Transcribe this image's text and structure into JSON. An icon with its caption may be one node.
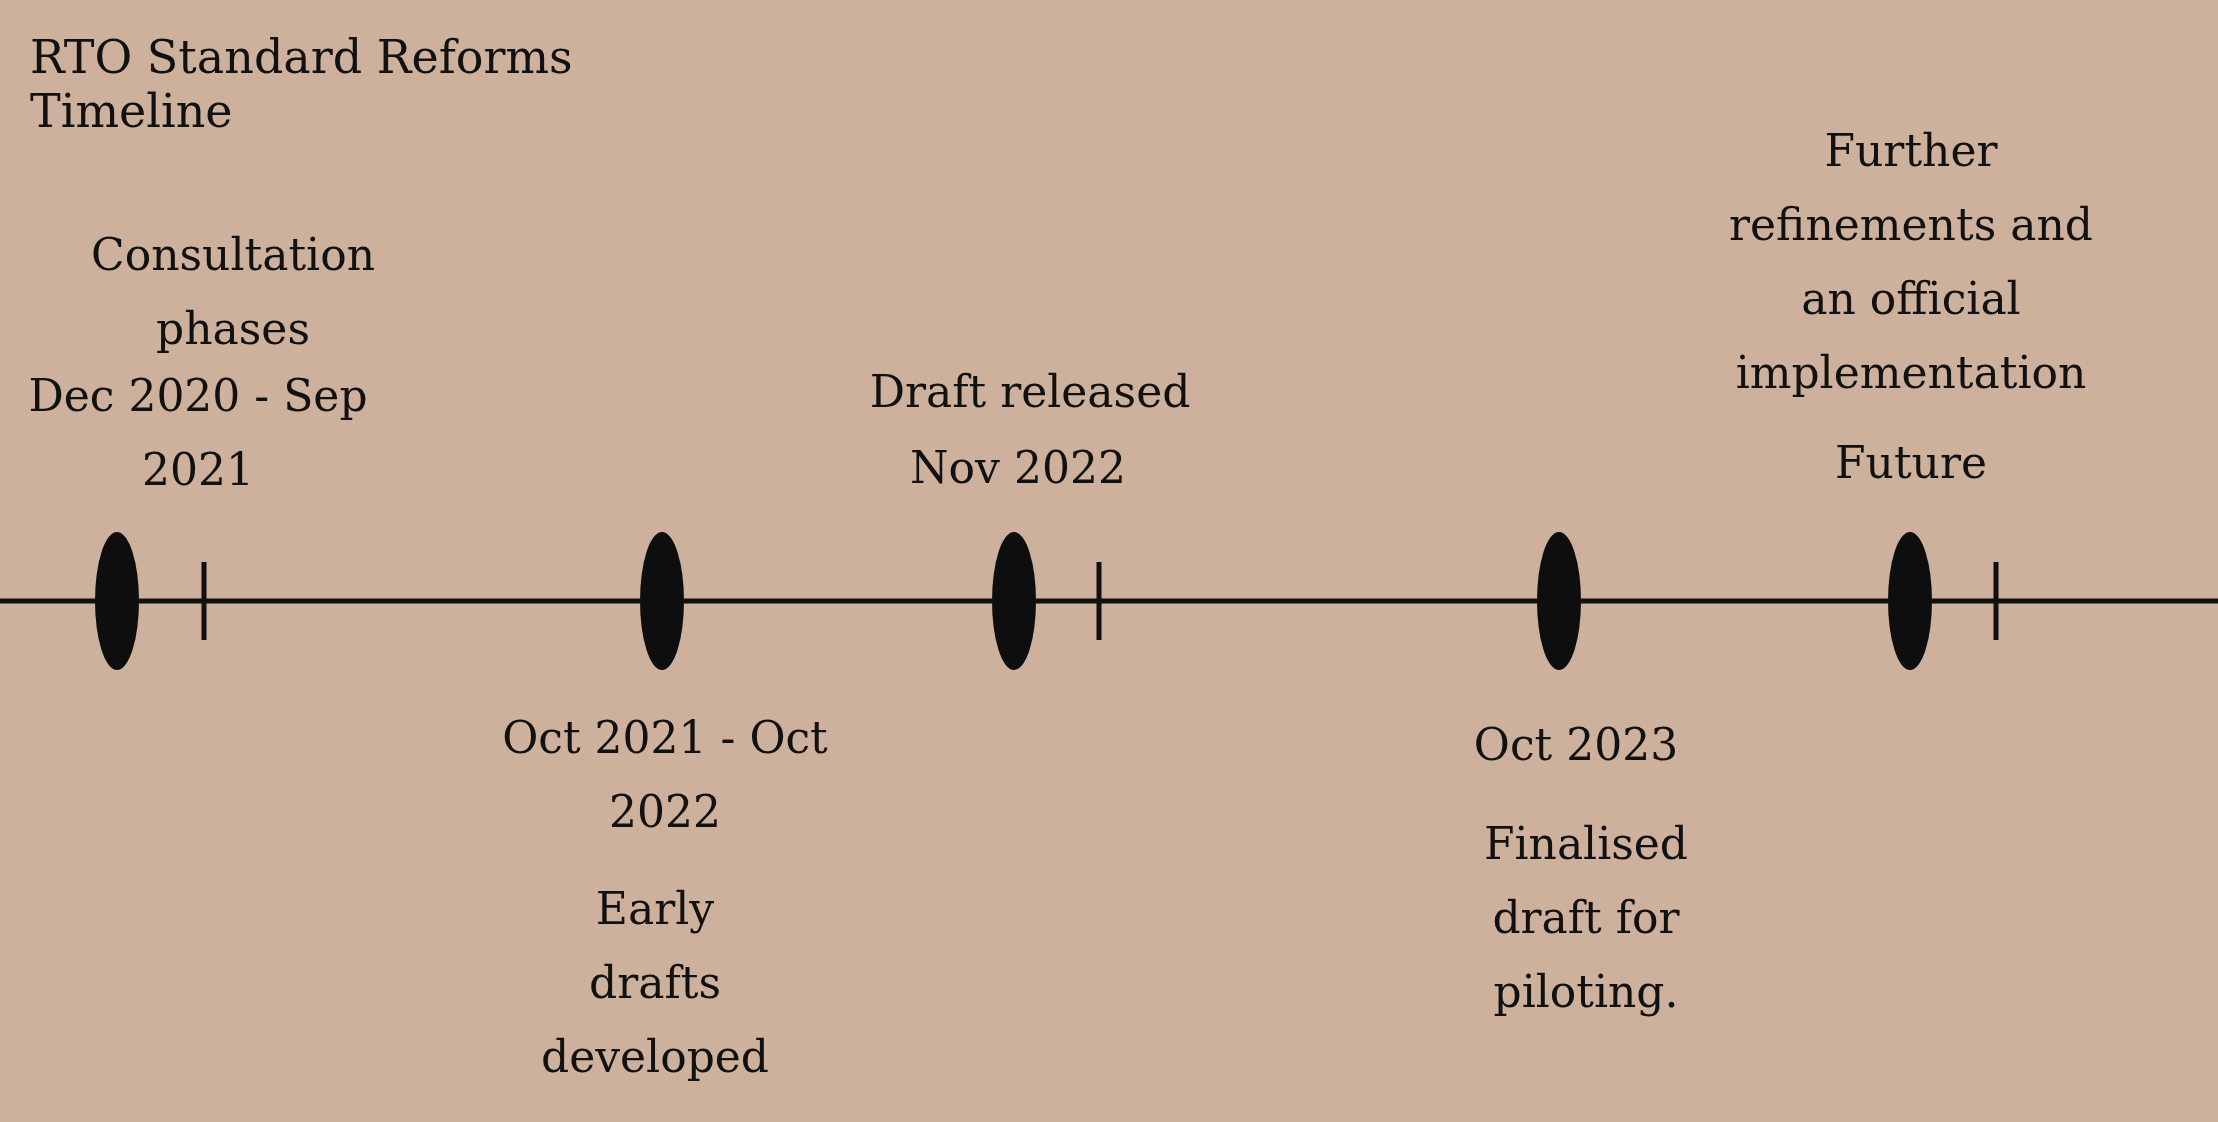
{
  "diagram": {
    "title": "RTO Standard Reforms Timeline",
    "nodes": [
      {
        "text": [],
        "shape": "ellipse",
        "beside": [
          "Consultation phases",
          "Dec 2020 - Sep 2021"
        ]
      },
      {
        "text": [],
        "shape": "ellipse",
        "beside": [
          "Oct 2021 - Oct 2022",
          "Early drafts developed"
        ]
      },
      {
        "text": [],
        "shape": "ellipse",
        "beside": [
          "Draft released",
          "Nov 2022"
        ]
      },
      {
        "text": [],
        "shape": "ellipse",
        "beside": [
          "Oct 2023",
          "Finalised draft for piloting."
        ]
      },
      {
        "text": [],
        "shape": "ellipse",
        "beside": [
          "Further refinements and an official implementation",
          "Future"
        ]
      }
    ],
    "edges": [
      {
        "from": 0,
        "to": 1,
        "arrow": "none"
      },
      {
        "from": 1,
        "to": 2,
        "arrow": "none"
      },
      {
        "from": 2,
        "to": 3,
        "arrow": "none"
      },
      {
        "from": 3,
        "to": 4,
        "arrow": "none"
      }
    ]
  }
}
